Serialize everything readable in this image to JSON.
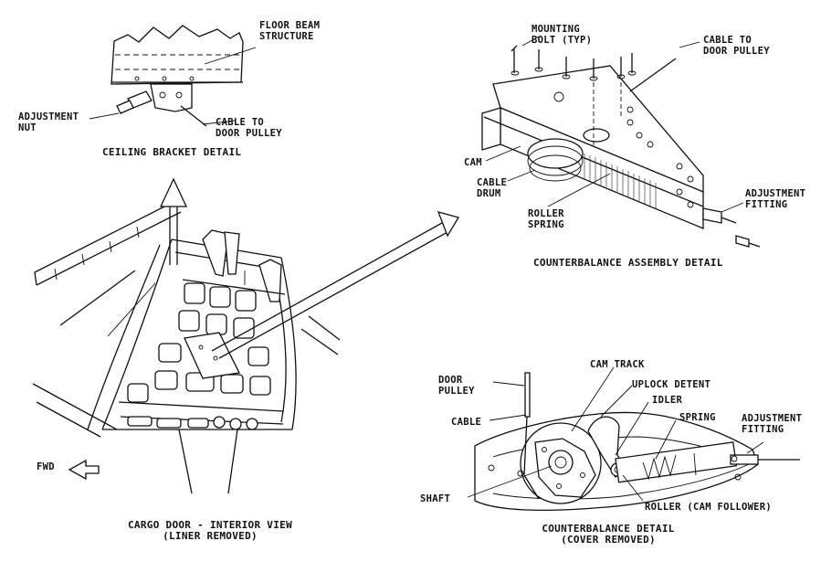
{
  "ceiling_bracket": {
    "floor_beam": "FLOOR BEAM\nSTRUCTURE",
    "adjustment_nut": "ADJUSTMENT\nNUT",
    "cable": "CABLE TO\nDOOR PULLEY",
    "caption": "CEILING BRACKET DETAIL"
  },
  "counterbalance_assembly": {
    "mounting_bolt": "MOUNTING\nBOLT (TYP)",
    "cable": "CABLE TO\nDOOR PULLEY",
    "cam": "CAM",
    "cable_drum": "CABLE\nDRUM",
    "roller_spring": "ROLLER\nSPRING",
    "adjustment_fitting": "ADJUSTMENT\nFITTING",
    "caption": "COUNTERBALANCE ASSEMBLY DETAIL"
  },
  "cargo_door": {
    "fwd": "FWD",
    "caption": "CARGO DOOR - INTERIOR VIEW\n(LINER REMOVED)"
  },
  "counterbalance_detail": {
    "cam_track": "CAM TRACK",
    "door_pulley": "DOOR\nPULLEY",
    "uplock_detent": "UPLOCK DETENT",
    "idler": "IDLER",
    "adjustment_fitting": "ADJUSTMENT\nFITTING",
    "spring": "SPRING",
    "cable": "CABLE",
    "shaft": "SHAFT",
    "roller": "ROLLER (CAM FOLLOWER)",
    "caption": "COUNTERBALANCE DETAIL\n(COVER REMOVED)"
  }
}
